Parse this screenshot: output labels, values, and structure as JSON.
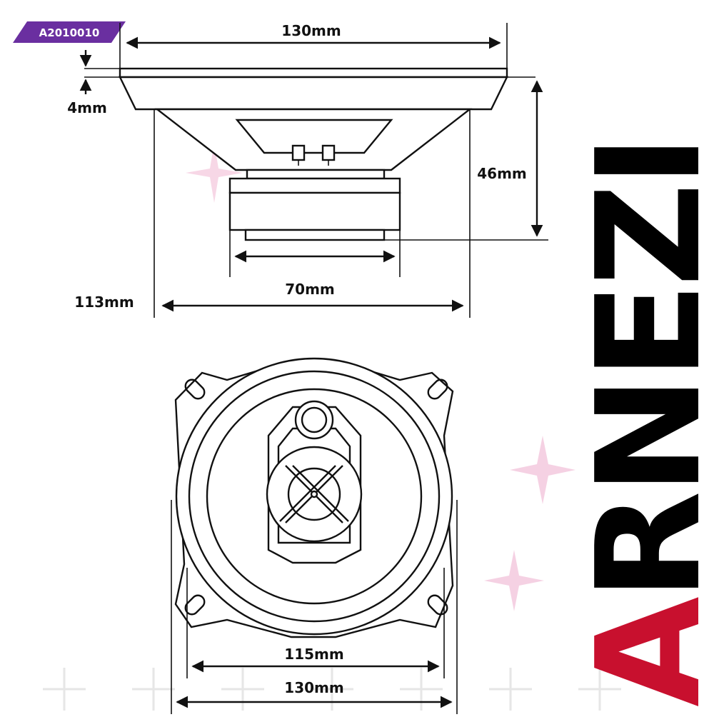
{
  "sku": {
    "code": "A2010010",
    "badge_color": "#6a2fa0"
  },
  "brand": {
    "main": "ARNEZI",
    "accent_letter": "A",
    "rest": "RNEZI",
    "accent_color": "#c8102e",
    "text_color": "#000000"
  },
  "side_view": {
    "dim_outer_width": "130mm",
    "dim_flange_thickness": "4mm",
    "dim_depth": "46mm",
    "dim_magnet": "70mm",
    "dim_total_depth_label": "113mm"
  },
  "front_view": {
    "dim_mounting": "115mm",
    "dim_outer": "130mm"
  },
  "decor": {
    "sparkle_color": "#f3c6dc",
    "plus_color": "#e6e6e6"
  }
}
